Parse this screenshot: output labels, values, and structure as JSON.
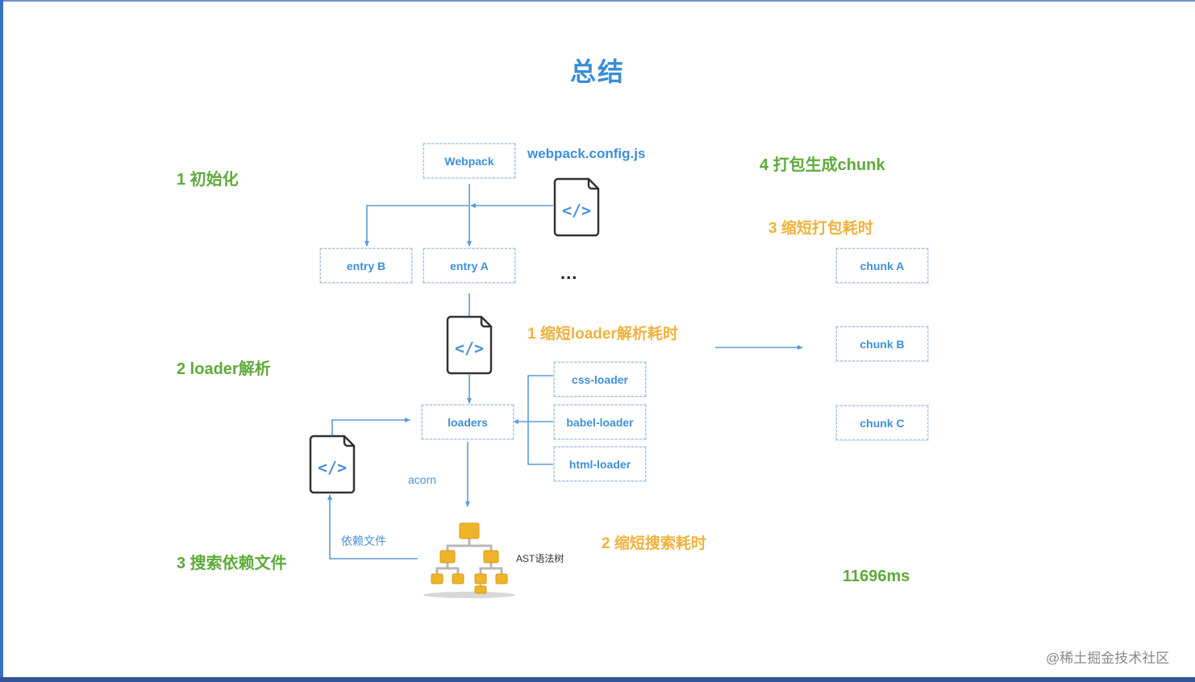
{
  "title": "总结",
  "steps": {
    "init": "1 初始化",
    "loader_parse": "2 loader解析",
    "search_deps": "3 搜索依赖文件",
    "bundle_chunk": "4 打包生成chunk"
  },
  "optimizations": {
    "loader_time": "1 缩短loader解析耗时",
    "search_time": "2 缩短搜索耗时",
    "bundle_time": "3 缩短打包耗时"
  },
  "nodes": {
    "webpack": "Webpack",
    "config": "webpack.config.js",
    "entry_b": "entry B",
    "entry_a": "entry A",
    "more": "...",
    "loaders": "loaders",
    "css_loader": "css-loader",
    "babel_loader": "babel-loader",
    "html_loader": "html-loader",
    "acorn": "acorn",
    "dependency_files": "依赖文件",
    "ast": "AST语法树",
    "chunk_a": "chunk A",
    "chunk_b": "chunk  B",
    "chunk_c": "chunk C"
  },
  "timing": "11696ms",
  "watermark": "@稀土掘金技术社区",
  "colors": {
    "step_green": "#5eaa3a",
    "optimization_orange": "#efb23b",
    "diagram_blue": "#3f90d8",
    "ast_gold": "#f0b429"
  },
  "icons": [
    "code-file-icon",
    "ast-tree-icon"
  ]
}
